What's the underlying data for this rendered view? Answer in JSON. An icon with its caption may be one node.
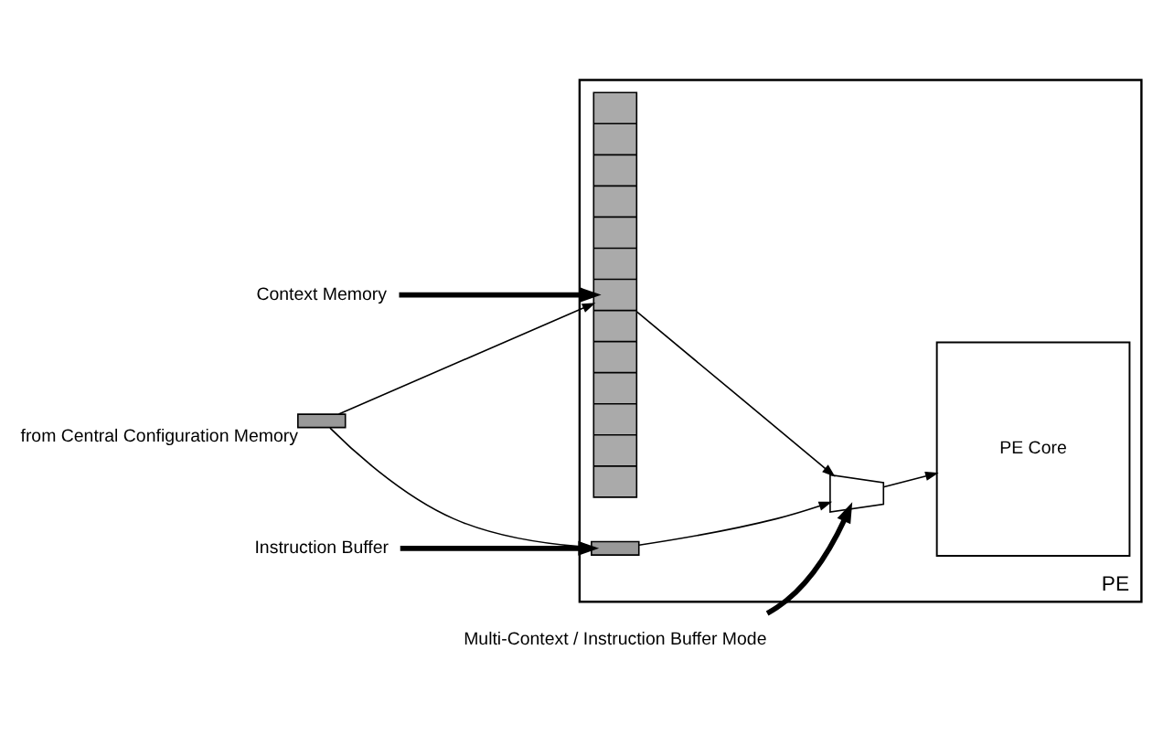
{
  "diagram": {
    "nodes": [
      {
        "text": [
          "PE"
        ]
      },
      {
        "text": [],
        "shape": "trapezoid",
        "in": 0
      },
      {
        "text": [
          "PE Core"
        ],
        "in": 0
      },
      {
        "text": [],
        "shape": "box",
        "in": 0
      },
      {
        "text": [],
        "shape": "bar",
        "in": 0
      },
      {
        "text": [
          "Multi-Context / Instruction Buffer Mode"
        ]
      },
      {
        "text": [
          "Context Memory"
        ]
      },
      {
        "text": [],
        "shape": "bar",
        "beside": [
          "from Central Configuration Memory"
        ]
      },
      {
        "text": [
          "Instruction Buffer"
        ]
      }
    ],
    "edges": [
      {
        "from": 7,
        "to": 3,
        "arrow": "to"
      },
      {
        "from": 7,
        "to": 4,
        "arrow": "to"
      },
      {
        "from": 3,
        "to": 1,
        "arrow": "to"
      },
      {
        "from": 4,
        "to": 1,
        "arrow": "to"
      },
      {
        "from": 1,
        "to": 2,
        "arrow": "to"
      },
      {
        "from": 5,
        "to": 1,
        "arrow": "to",
        "style": "thick"
      },
      {
        "from": 6,
        "to": 3,
        "arrow": "to",
        "style": "thick"
      },
      {
        "from": 8,
        "to": 4,
        "arrow": "to",
        "style": "thick"
      }
    ]
  }
}
